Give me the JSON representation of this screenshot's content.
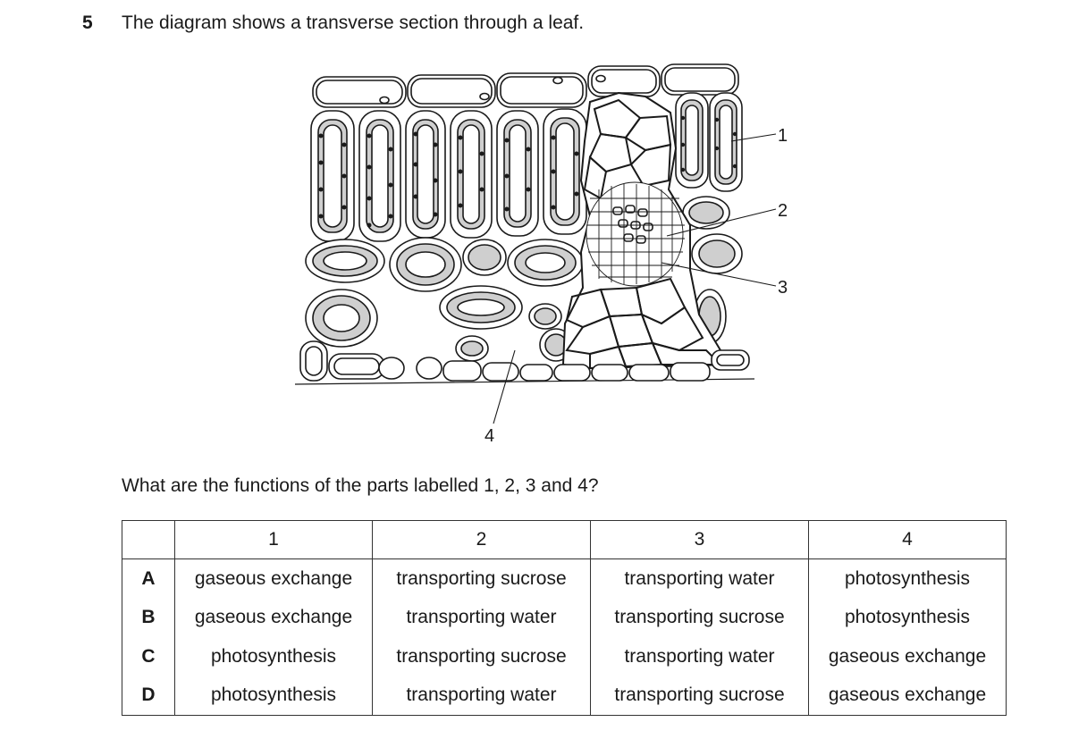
{
  "question": {
    "number": "5",
    "text": "The diagram shows a transverse section through a leaf.",
    "prompt": "What are the functions of the parts labelled 1, 2, 3 and 4?"
  },
  "diagram": {
    "labels": [
      "1",
      "2",
      "3",
      "4"
    ]
  },
  "table": {
    "headers": [
      "",
      "1",
      "2",
      "3",
      "4"
    ],
    "rows": [
      {
        "option": "A",
        "cells": [
          "gaseous exchange",
          "transporting sucrose",
          "transporting water",
          "photosynthesis"
        ]
      },
      {
        "option": "B",
        "cells": [
          "gaseous exchange",
          "transporting water",
          "transporting sucrose",
          "photosynthesis"
        ]
      },
      {
        "option": "C",
        "cells": [
          "photosynthesis",
          "transporting sucrose",
          "transporting water",
          "gaseous exchange"
        ]
      },
      {
        "option": "D",
        "cells": [
          "photosynthesis",
          "transporting water",
          "transporting sucrose",
          "gaseous exchange"
        ]
      }
    ]
  }
}
